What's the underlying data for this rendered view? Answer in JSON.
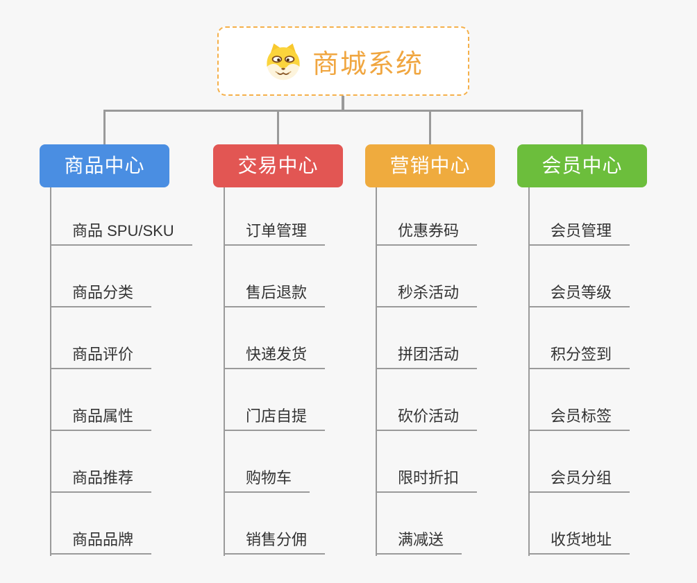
{
  "root": {
    "title": "商城系统",
    "icon": "dog-face-icon"
  },
  "branches": [
    {
      "label": "商品中心",
      "color": "#4a8ee2",
      "items": [
        "商品 SPU/SKU",
        "商品分类",
        "商品评价",
        "商品属性",
        "商品推荐",
        "商品品牌"
      ]
    },
    {
      "label": "交易中心",
      "color": "#e25653",
      "items": [
        "订单管理",
        "售后退款",
        "快递发货",
        "门店自提",
        "购物车",
        "销售分佣"
      ]
    },
    {
      "label": "营销中心",
      "color": "#efab3e",
      "items": [
        "优惠券码",
        "秒杀活动",
        "拼团活动",
        "砍价活动",
        "限时折扣",
        "满减送"
      ]
    },
    {
      "label": "会员中心",
      "color": "#6cbe3c",
      "items": [
        "会员管理",
        "会员等级",
        "积分签到",
        "会员标签",
        "会员分组",
        "收货地址"
      ]
    }
  ],
  "colors": {
    "background": "#f7f7f7",
    "connector": "#9a9a9a",
    "root_border": "#f5b04a",
    "root_text": "#f0a640",
    "leaf_text": "#333333",
    "leaf_underline": "#9a9a9a"
  }
}
